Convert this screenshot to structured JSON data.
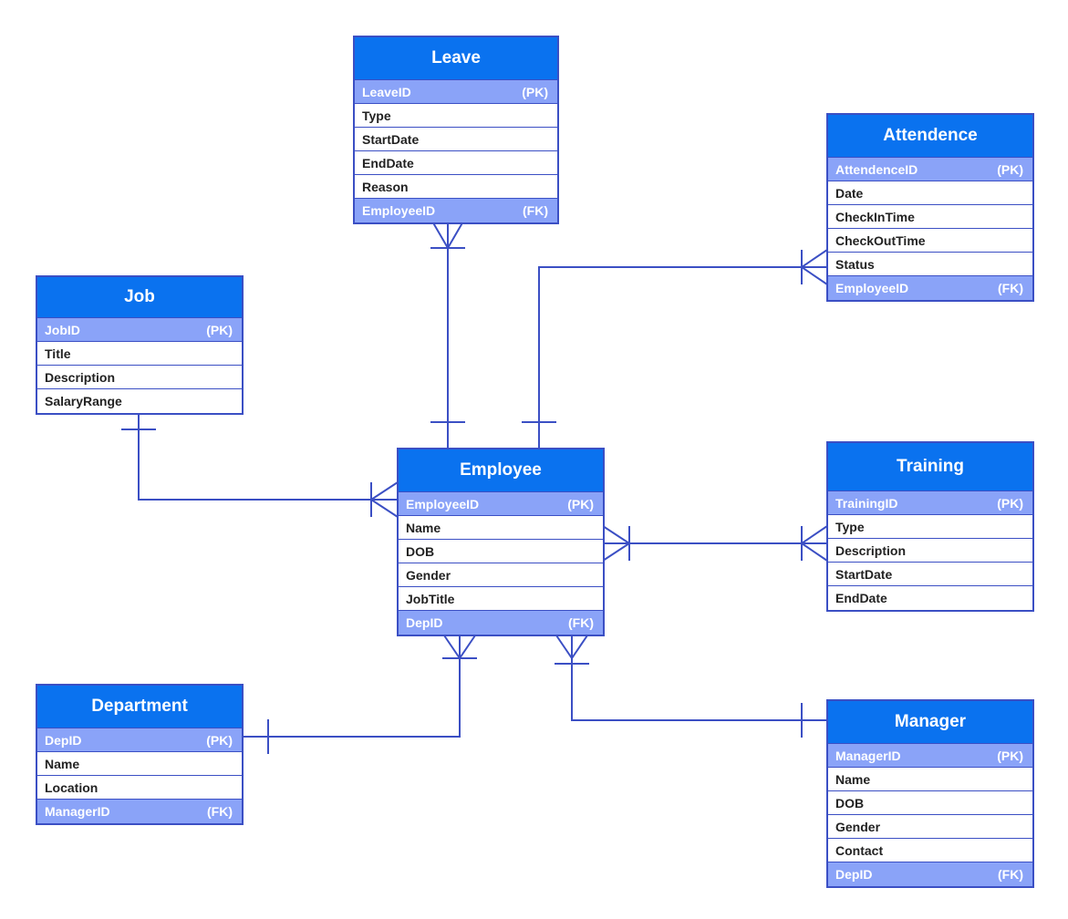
{
  "colors": {
    "header": "#0a72ef",
    "key_row": "#8aa3f8",
    "line": "#3b4fc4",
    "text": "#222222"
  },
  "entities": {
    "leave": {
      "title": "Leave",
      "fields": [
        {
          "name": "LeaveID",
          "tag": "(PK)",
          "key": true
        },
        {
          "name": "Type",
          "tag": "",
          "key": false
        },
        {
          "name": "StartDate",
          "tag": "",
          "key": false
        },
        {
          "name": "EndDate",
          "tag": "",
          "key": false
        },
        {
          "name": "Reason",
          "tag": "",
          "key": false
        },
        {
          "name": "EmployeeID",
          "tag": "(FK)",
          "key": true
        }
      ]
    },
    "attendence": {
      "title": "Attendence",
      "fields": [
        {
          "name": "AttendenceID",
          "tag": "(PK)",
          "key": true
        },
        {
          "name": "Date",
          "tag": "",
          "key": false
        },
        {
          "name": "CheckInTime",
          "tag": "",
          "key": false
        },
        {
          "name": "CheckOutTime",
          "tag": "",
          "key": false
        },
        {
          "name": "Status",
          "tag": "",
          "key": false
        },
        {
          "name": "EmployeeID",
          "tag": "(FK)",
          "key": true
        }
      ]
    },
    "job": {
      "title": "Job",
      "fields": [
        {
          "name": "JobID",
          "tag": "(PK)",
          "key": true
        },
        {
          "name": "Title",
          "tag": "",
          "key": false
        },
        {
          "name": "Description",
          "tag": "",
          "key": false
        },
        {
          "name": "SalaryRange",
          "tag": "",
          "key": false
        }
      ]
    },
    "employee": {
      "title": "Employee",
      "fields": [
        {
          "name": "EmployeeID",
          "tag": "(PK)",
          "key": true
        },
        {
          "name": "Name",
          "tag": "",
          "key": false
        },
        {
          "name": "DOB",
          "tag": "",
          "key": false
        },
        {
          "name": "Gender",
          "tag": "",
          "key": false
        },
        {
          "name": "JobTitle",
          "tag": "",
          "key": false
        },
        {
          "name": "DepID",
          "tag": "(FK)",
          "key": true
        }
      ]
    },
    "training": {
      "title": "Training",
      "fields": [
        {
          "name": "TrainingID",
          "tag": "(PK)",
          "key": true
        },
        {
          "name": "Type",
          "tag": "",
          "key": false
        },
        {
          "name": "Description",
          "tag": "",
          "key": false
        },
        {
          "name": "StartDate",
          "tag": "",
          "key": false
        },
        {
          "name": "EndDate",
          "tag": "",
          "key": false
        }
      ]
    },
    "department": {
      "title": "Department",
      "fields": [
        {
          "name": "DepID",
          "tag": "(PK)",
          "key": true
        },
        {
          "name": "Name",
          "tag": "",
          "key": false
        },
        {
          "name": "Location",
          "tag": "",
          "key": false
        },
        {
          "name": "ManagerID",
          "tag": "(FK)",
          "key": true
        }
      ]
    },
    "manager": {
      "title": "Manager",
      "fields": [
        {
          "name": "ManagerID",
          "tag": "(PK)",
          "key": true
        },
        {
          "name": "Name",
          "tag": "",
          "key": false
        },
        {
          "name": "DOB",
          "tag": "",
          "key": false
        },
        {
          "name": "Gender",
          "tag": "",
          "key": false
        },
        {
          "name": "Contact",
          "tag": "",
          "key": false
        },
        {
          "name": "DepID",
          "tag": "(FK)",
          "key": true
        }
      ]
    }
  },
  "relationships": [
    {
      "from": "employee",
      "to": "leave",
      "from_end": "one",
      "to_end": "many"
    },
    {
      "from": "employee",
      "to": "attendence",
      "from_end": "one",
      "to_end": "many"
    },
    {
      "from": "job",
      "to": "employee",
      "from_end": "one",
      "to_end": "many"
    },
    {
      "from": "employee",
      "to": "training",
      "from_end": "many",
      "to_end": "many"
    },
    {
      "from": "department",
      "to": "employee",
      "from_end": "one",
      "to_end": "many"
    },
    {
      "from": "manager",
      "to": "employee",
      "from_end": "one",
      "to_end": "many"
    }
  ]
}
